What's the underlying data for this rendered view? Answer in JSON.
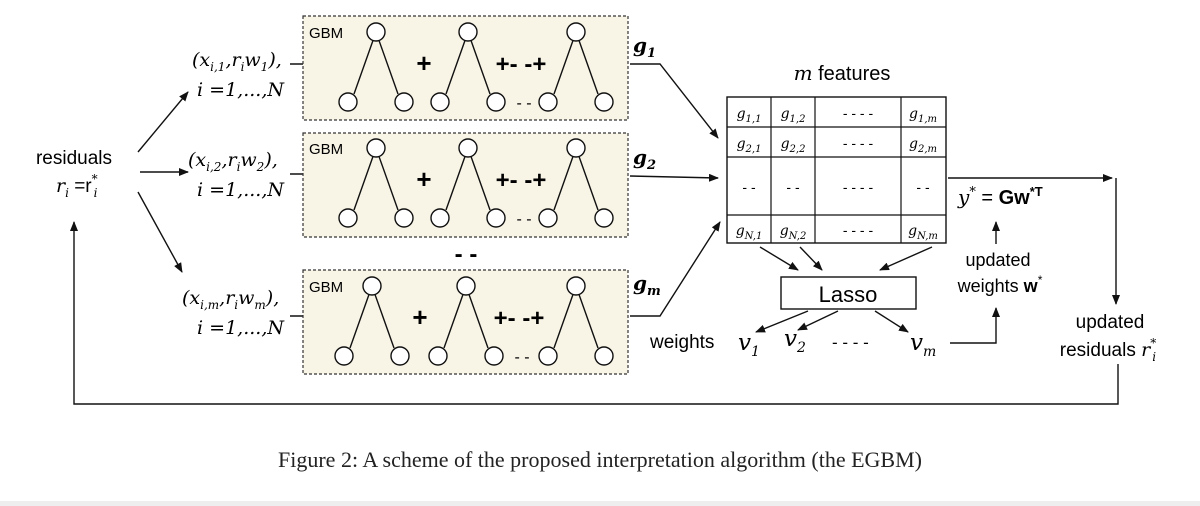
{
  "left": {
    "residuals_label": "residuals",
    "residuals_eq_base": "r",
    "residuals_eq_sub": "i",
    "residuals_eq_mid": " =r",
    "residuals_eq_sup": "*",
    "residuals_eq_sub2": "i"
  },
  "inputs": [
    {
      "open": "(x",
      "sub": "i,1",
      "mid": ",r",
      "sub2": "i",
      "w": "w",
      "wsub": "1",
      "close": "),",
      "range": "i =1,...,N"
    },
    {
      "open": "(x",
      "sub": "i,2",
      "mid": ",r",
      "sub2": "i",
      "w": "w",
      "wsub": "2",
      "close": "),",
      "range": "i =1,...,N"
    },
    {
      "open": "(x",
      "sub": "i,m",
      "mid": ",r",
      "sub2": "i",
      "w": "w",
      "wsub": "m",
      "close": "),",
      "range": "i =1,...,N"
    }
  ],
  "gbm": {
    "label": "GBM",
    "plus": "+",
    "plus_dash": "+- -+",
    "leaf_dash": "- -",
    "between_dash": "- -"
  },
  "outputs": [
    {
      "base": "g",
      "sub": "1"
    },
    {
      "base": "g",
      "sub": "2"
    },
    {
      "base": "g",
      "sub": "m"
    }
  ],
  "matrix": {
    "title_var": "m",
    "title_rest": " features",
    "rows": [
      [
        {
          "b": "g",
          "s": "1,1"
        },
        {
          "b": "g",
          "s": "1,2"
        },
        {
          "b": "- - - -",
          "s": ""
        },
        {
          "b": "g",
          "s": "1,m"
        }
      ],
      [
        {
          "b": "g",
          "s": "2,1"
        },
        {
          "b": "g",
          "s": "2,2"
        },
        {
          "b": "- - - -",
          "s": ""
        },
        {
          "b": "g",
          "s": "2,m"
        }
      ],
      [
        {
          "b": "- -",
          "s": ""
        },
        {
          "b": "- -",
          "s": ""
        },
        {
          "b": "- - - -",
          "s": ""
        },
        {
          "b": "- -",
          "s": ""
        }
      ],
      [
        {
          "b": "g",
          "s": "N,1"
        },
        {
          "b": "g",
          "s": "N,2"
        },
        {
          "b": "- - - -",
          "s": ""
        },
        {
          "b": "g",
          "s": "N,m"
        }
      ]
    ]
  },
  "lasso": {
    "label": "Lasso"
  },
  "weights": {
    "label": "weights",
    "v1": "v",
    "v1_sub": "1",
    "v2": "v",
    "v2_sub": "2",
    "dash": "- - - -",
    "vm": "v",
    "vm_sub": "m"
  },
  "updated_weights": {
    "line1": "updated",
    "line2": "weights ",
    "w_bold": "w",
    "w_sup": "*"
  },
  "equation": {
    "y": "y",
    "y_sup": "*",
    "eq": " = ",
    "G": "Gw",
    "sup": "*T"
  },
  "updated_residuals": {
    "line1": "updated",
    "line2": "residuals ",
    "r": "r",
    "r_sup": "*",
    "r_sub": "i"
  },
  "caption": "Figure 2: A scheme of the proposed interpretation algorithm (the EGBM)"
}
